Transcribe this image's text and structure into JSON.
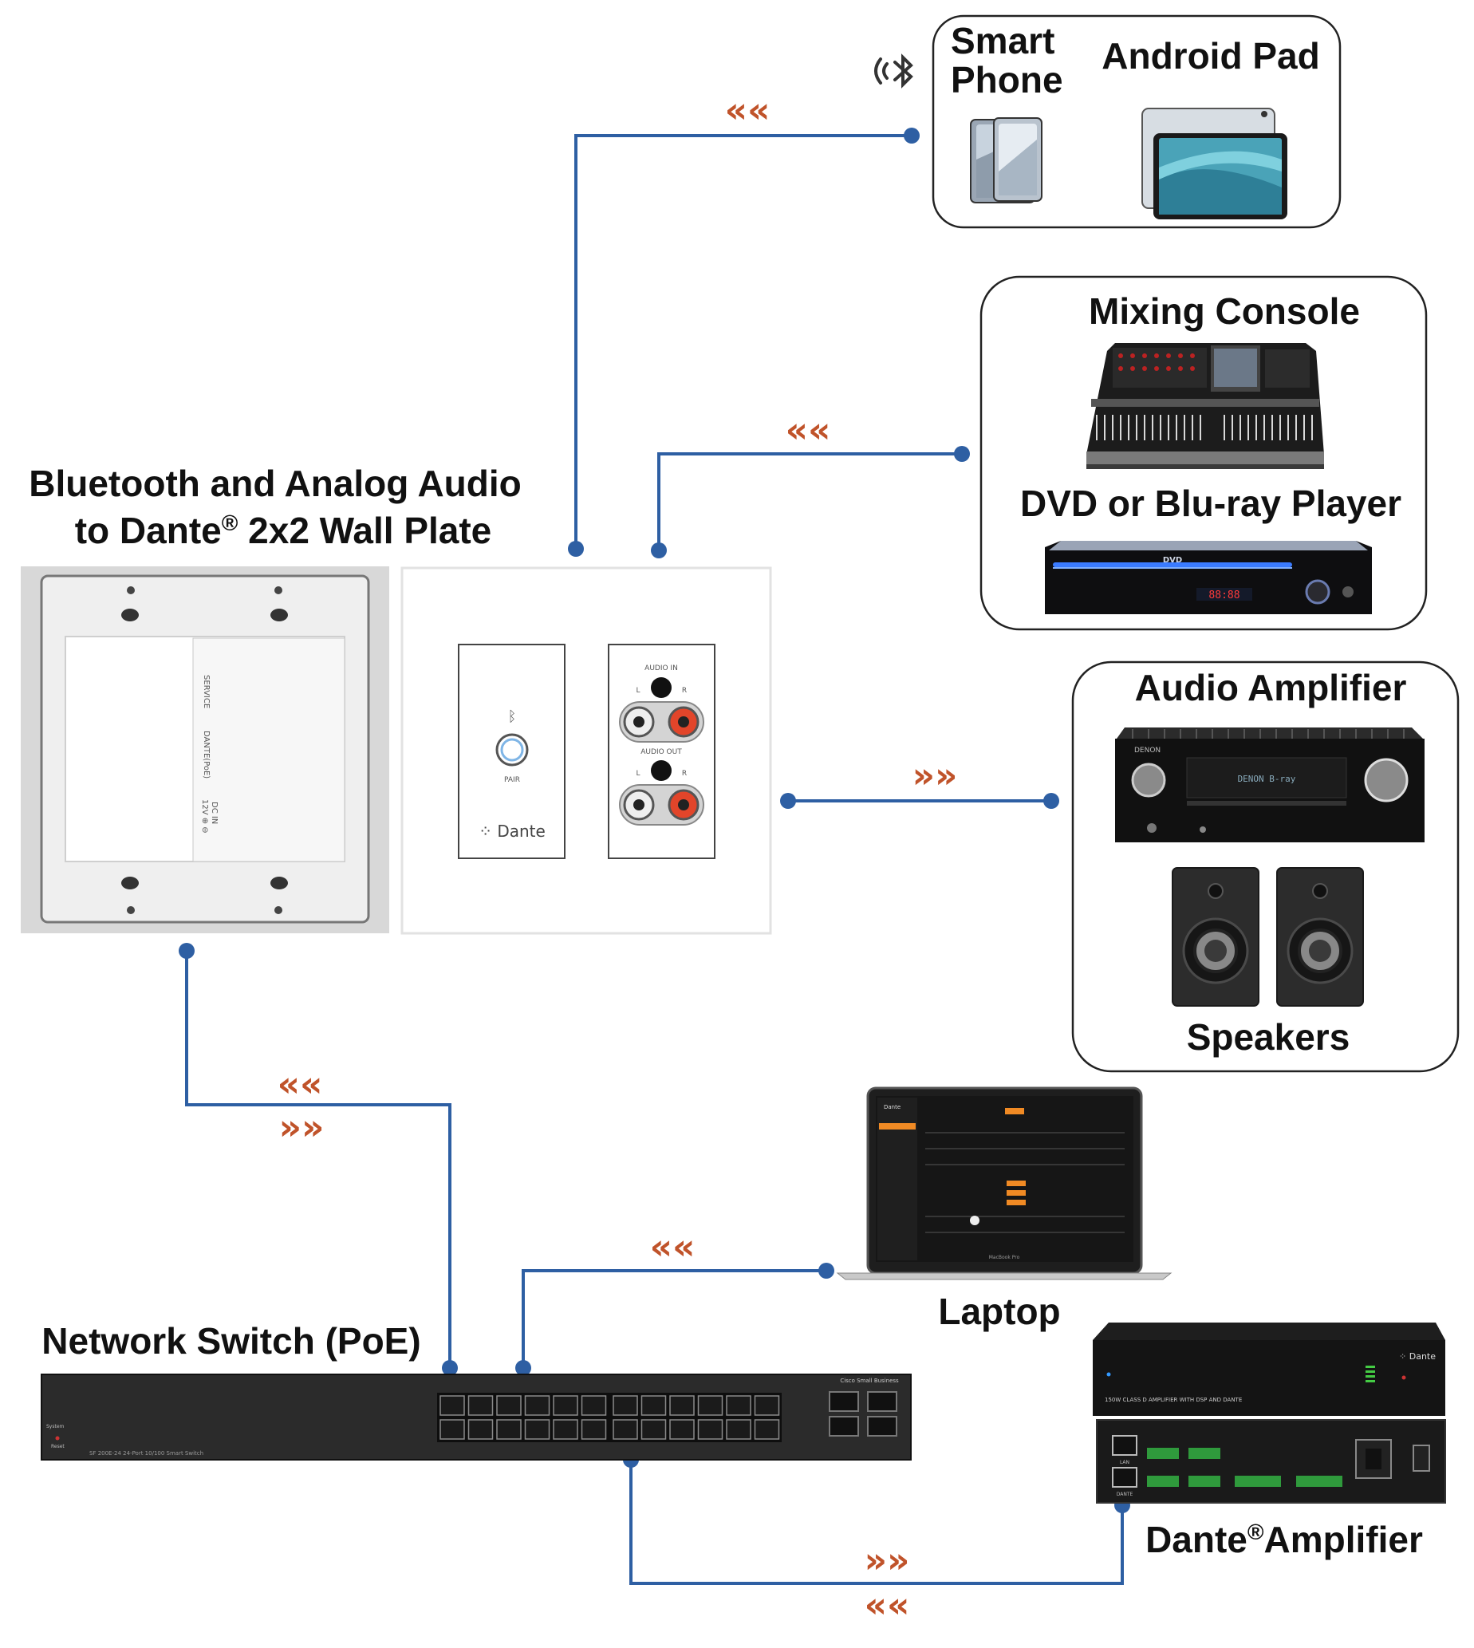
{
  "labels": {
    "wall_plate_line1": "Bluetooth and Analog Audio",
    "wall_plate_line2_prefix": "to Dante",
    "wall_plate_reg": "®",
    "wall_plate_line2_suffix": " 2x2 Wall Plate",
    "smart_phone_line1": "Smart",
    "smart_phone_line2": "Phone",
    "android_pad": "Android Pad",
    "mixing_console": "Mixing Console",
    "dvd_player": "DVD or Blu-ray Player",
    "audio_amplifier": "Audio Amplifier",
    "speakers": "Speakers",
    "laptop": "Laptop",
    "network_switch": "Network Switch (PoE)",
    "dante_amp_prefix": "Dante",
    "dante_amp_reg": "®",
    "dante_amp_suffix": "Amplifier"
  },
  "wall_plate_rear": {
    "service": "SERVICE",
    "dante_poe": "DANTE(PoE)",
    "dc_in": "DC IN",
    "dc_volts": "12V ⊕ ⊖"
  },
  "wall_plate_front": {
    "pair": "PAIR",
    "dante_logo": "Dante",
    "audio_in": "AUDIO IN",
    "audio_out": "AUDIO OUT",
    "left": "L",
    "right": "R"
  },
  "devices": {
    "amp_brand": "DENON",
    "amp_display": "DENON   B-ray",
    "dvd_logo": "DVD",
    "dvd_clock": "88:88",
    "switch_brand": "Cisco Small Business",
    "switch_model": "SF 200E-24     24-Port 10/100 Smart Switch",
    "switch_system": "System",
    "switch_reset": "Reset",
    "laptop_brand": "MacBook Pro",
    "laptop_app": "Dante",
    "dante_amp_logo": "Dante",
    "dante_amp_model": "150W CLASS D AMPLIFIER WITH DSP AND DANTE",
    "dante_amp_lan": "LAN",
    "dante_amp_dante": "DANTE"
  },
  "arrows": {
    "left": "«",
    "right": "»"
  },
  "colors": {
    "line": "#2e5fa3",
    "arrow": "#c0532a",
    "box_border": "#222222"
  }
}
